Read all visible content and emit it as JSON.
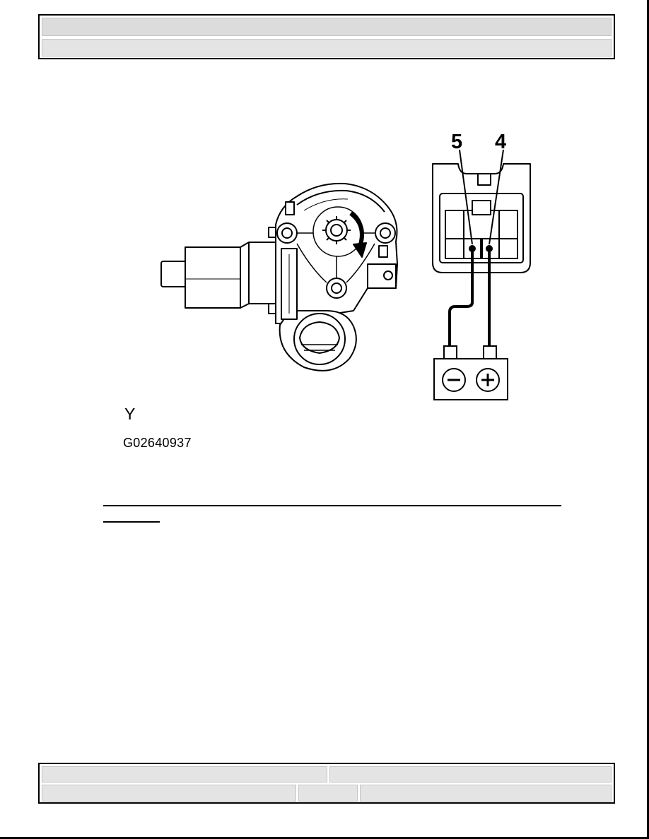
{
  "figure": {
    "letter": "Y",
    "id": "G02640937",
    "pin_left": "5",
    "pin_right": "4",
    "battery_negative": "−",
    "battery_positive": "+"
  }
}
